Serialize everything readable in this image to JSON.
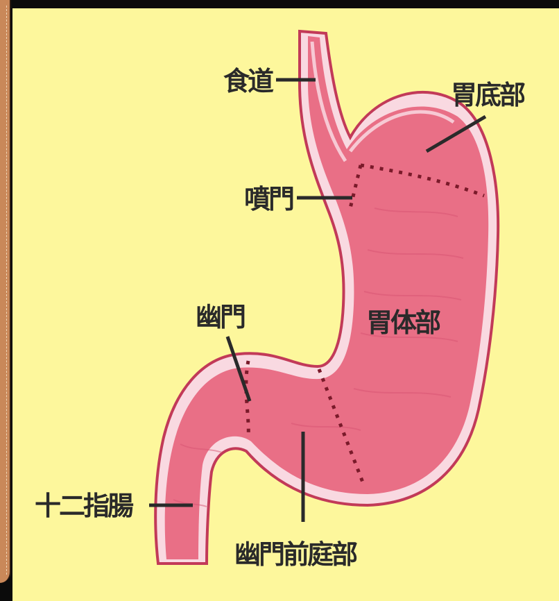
{
  "diagram": {
    "labels": {
      "esophagus": "食道",
      "fundus": "胃底部",
      "cardia": "噴門",
      "pylorus": "幽門",
      "body": "胃体部",
      "duodenum": "十二指腸",
      "antrum": "幽門前庭部"
    },
    "colors": {
      "background": "#fdf79c",
      "stomach": "#e96f86",
      "lining": "#f7c9d4",
      "outline": "#c23a58",
      "side_panel": "#c98859"
    }
  }
}
